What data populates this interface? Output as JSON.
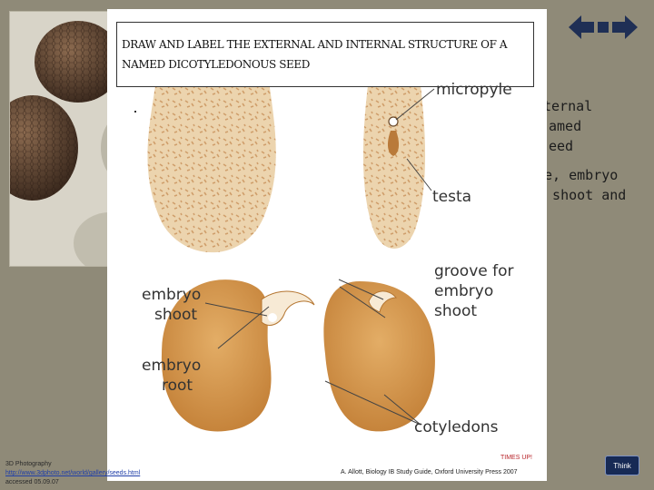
{
  "background": {
    "text_lines": [
      "ternal",
      "amed",
      "eed",
      "le, embryo",
      "o shoot and"
    ],
    "credit": {
      "line1": "3D Photography",
      "link": "http://www.3dphoto.net/world/gallery/seeds.html",
      "accessed": "accessed 05.09.07"
    }
  },
  "slide": {
    "title": "Draw and label the external and internal structure of a named dicotyledonous seed",
    "labels": {
      "micropyle": "micropyle",
      "testa": "testa",
      "embryo_shoot_1": "embryo",
      "embryo_shoot_2": "shoot",
      "embryo_root_1": "embryo",
      "embryo_root_2": "root",
      "groove_1": "groove for",
      "groove_2": "embryo",
      "groove_3": "shoot",
      "cotyledons": "cotyledons"
    },
    "times_up": "TIMES UP!",
    "citation": "A. Allott, Biology IB Study Guide, Oxford University Press 2007"
  },
  "buttons": {
    "think": "Think"
  },
  "colors": {
    "seed": "#d59a52",
    "seed_dark": "#b47530",
    "testa": "#ecd4ae",
    "times_up": "#b8242a",
    "think_bg": "#172a55",
    "nav_arrow": "#1f2f55"
  }
}
